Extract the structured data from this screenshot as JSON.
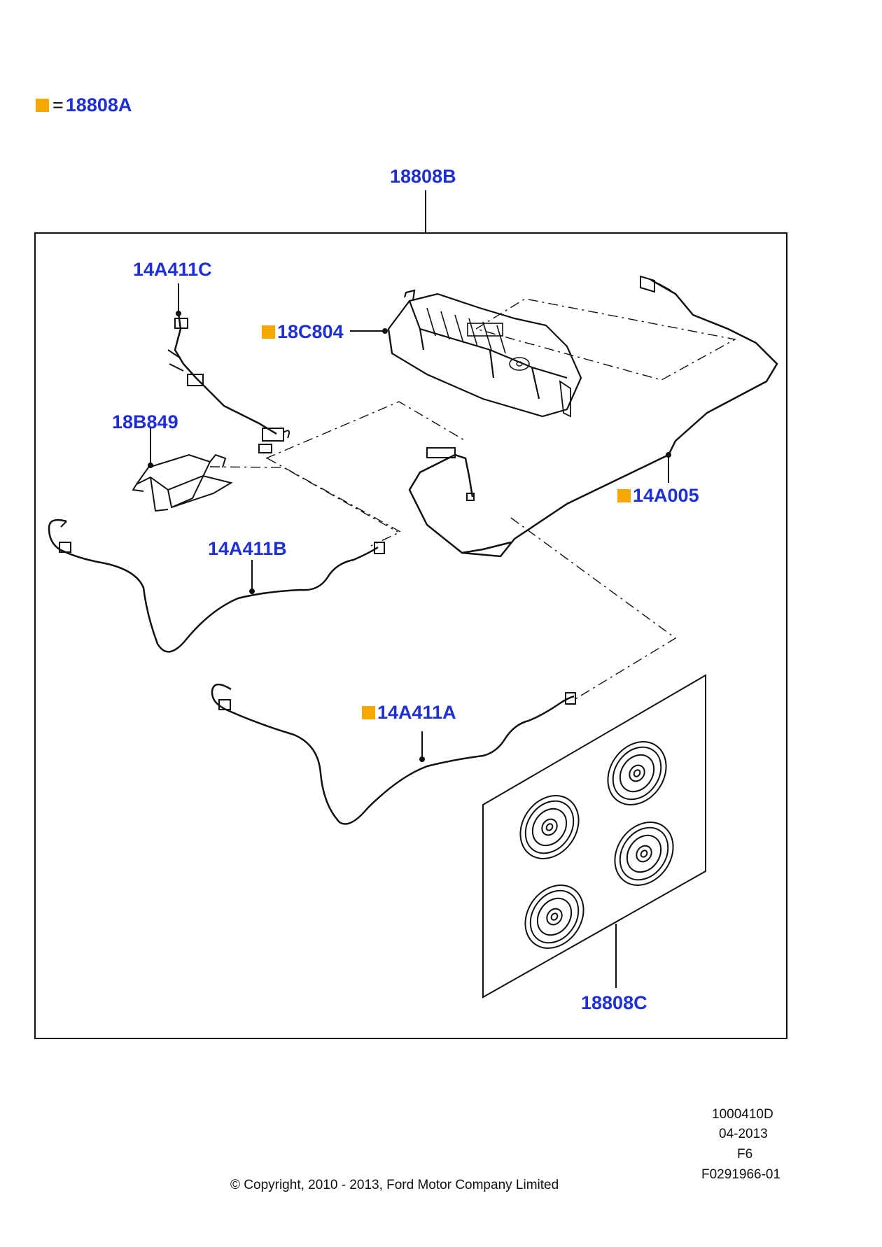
{
  "legend": {
    "swatch_color": "#f6a800",
    "equals": "=",
    "code": "18808A"
  },
  "labels": {
    "kit": "18808B",
    "cable_c": "14A411C",
    "amplifier": "18C804",
    "bracket": "18B849",
    "harness": "14A005",
    "cable_b": "14A411B",
    "cable_a": "14A411A",
    "speakers": "18808C"
  },
  "footer": {
    "ref_number": "1000410D",
    "date": "04-2013",
    "code": "F6",
    "figure_id": "F0291966-01",
    "copyright": "© Copyright, 2010 - 2013, Ford Motor Company Limited"
  },
  "colors": {
    "label": "#1f2fd6",
    "marker": "#f6a800",
    "line": "#111111"
  }
}
